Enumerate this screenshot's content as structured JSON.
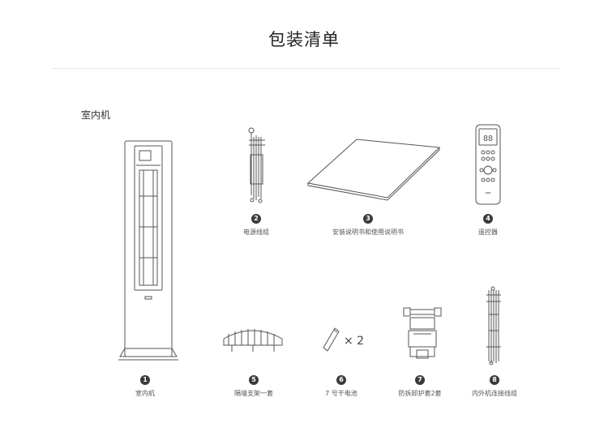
{
  "header": {
    "title": "包装清单"
  },
  "section": {
    "label": "室内机"
  },
  "items": [
    {
      "number": "1",
      "caption": "室内机",
      "icon": "indoor-unit-icon"
    },
    {
      "number": "2",
      "caption": "电源线组",
      "icon": "power-cable-icon"
    },
    {
      "number": "3",
      "caption": "安装说明书和使用说明书",
      "icon": "manual-icon"
    },
    {
      "number": "4",
      "caption": "遥控器",
      "icon": "remote-control-icon"
    },
    {
      "number": "5",
      "caption": "隔墙支架一套",
      "icon": "wall-bracket-icon"
    },
    {
      "number": "6",
      "caption": "7 号干电池",
      "icon": "battery-icon"
    },
    {
      "number": "7",
      "caption": "防拆卸护套2套",
      "icon": "anti-tamper-cover-icon"
    },
    {
      "number": "8",
      "caption": "内外机连接线组",
      "icon": "connecting-cable-icon"
    }
  ],
  "battery": {
    "quantity": "× 2"
  },
  "remote": {
    "display": "88"
  },
  "colors": {
    "line": "#555555",
    "badge": "#3a3a3a",
    "divider": "#e4e4e4"
  }
}
